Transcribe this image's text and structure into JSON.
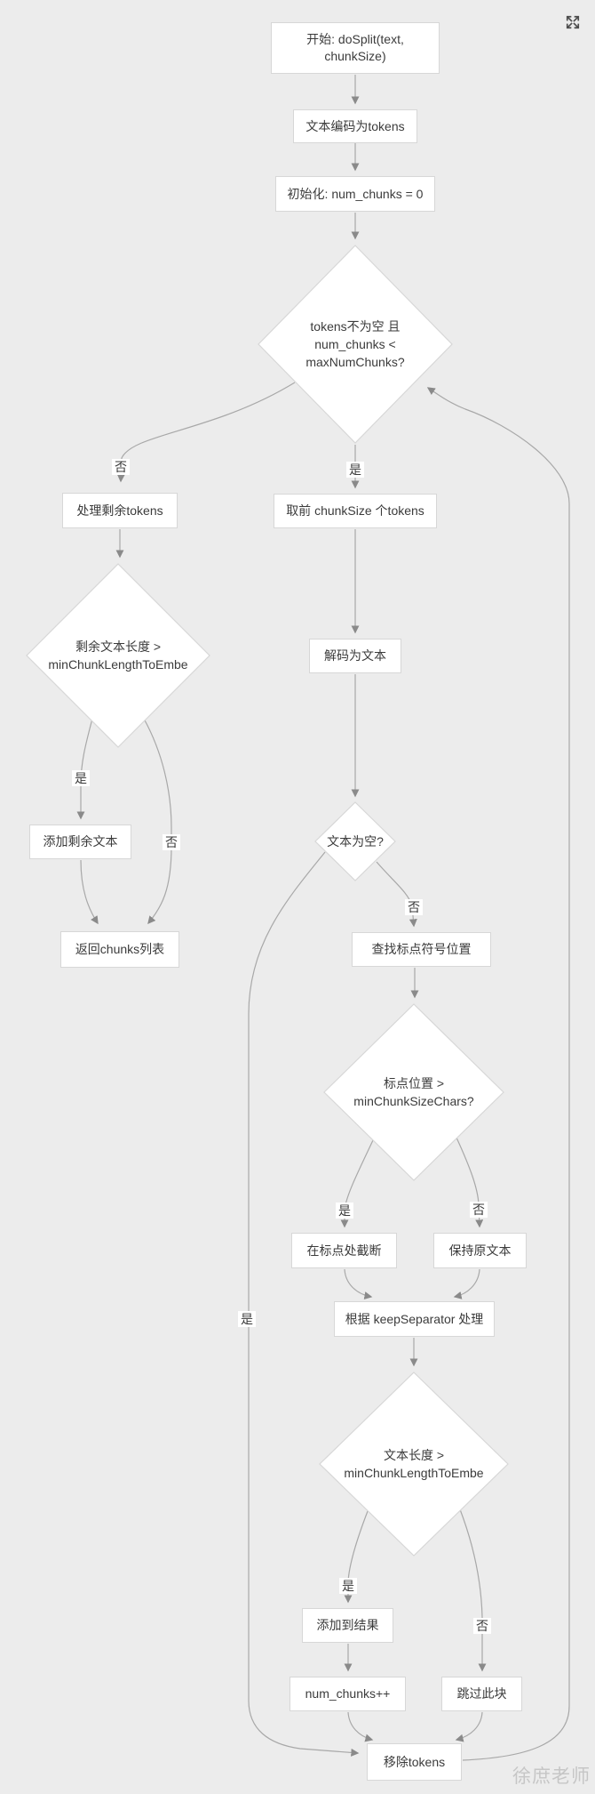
{
  "canvas": {
    "background": "#ececec",
    "node_bg": "#ffffff",
    "node_border": "#d7d7d7",
    "line_color": "#a8a8a8",
    "arrow_color": "#8a8a8a",
    "text_color": "#3b3b3b"
  },
  "controls": {
    "expand_icon": "expand"
  },
  "watermark": "徐庶老师",
  "labels": {
    "yes": "是",
    "no": "否"
  },
  "nodes": {
    "start": "开始: doSplit(text, chunkSize)",
    "encode": "文本编码为tokens",
    "init": "初始化: num_chunks = 0",
    "loop_cond": "tokens不为空 且 num_chunks < maxNumChunks?",
    "handle_remaining": "处理剩余tokens",
    "remaining_len_cond": "剩余文本长度 > minChunkLengthToEmbe",
    "add_remaining": "添加剩余文本",
    "return_list": "返回chunks列表",
    "take_front": "取前 chunkSize 个tokens",
    "decode": "解码为文本",
    "empty_cond": "文本为空?",
    "find_punct": "查找标点符号位置",
    "punct_cond": "标点位置 > minChunkSizeChars?",
    "cut_punct": "在标点处截断",
    "keep_text": "保持原文本",
    "keep_sep": "根据 keepSeparator 处理",
    "len_cond": "文本长度 > minChunkLengthToEmbe",
    "add_result": "添加到结果",
    "inc": "num_chunks++",
    "skip": "跳过此块",
    "remove": "移除tokens"
  }
}
